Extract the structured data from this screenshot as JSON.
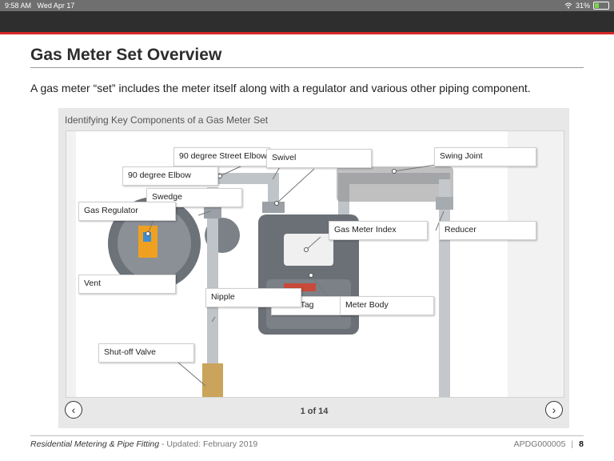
{
  "status_bar": {
    "time": "9:58 AM",
    "date": "Wed Apr 17",
    "battery": "31%",
    "wifi_icon": "wifi-icon",
    "battery_icon": "battery-charging-icon"
  },
  "header": {
    "title": "Gas Meter Set Overview",
    "subtitle": "A gas meter “set” includes the meter itself along with a regulator and various other piping component."
  },
  "gallery": {
    "title": "Identifying Key Components of a Gas Meter Set",
    "counter": "1 of 14",
    "prev_icon": "chevron-left-icon",
    "next_icon": "chevron-right-icon",
    "prev_glyph": "‹",
    "next_glyph": "›",
    "labels": {
      "street_elbow": "90 degree Street Elbow",
      "swivel": "Swivel",
      "swing_joint": "Swing Joint",
      "elbow": "90 degree Elbow",
      "swedge": "Swedge",
      "gas_regulator": "Gas Regulator",
      "gas_meter_index": "Gas Meter Index",
      "reducer": "Reducer",
      "vent": "Vent",
      "nipple": "Nipple",
      "meter_tag": "Meter Tag",
      "meter_body": "Meter Body",
      "shutoff_valve": "Shut-off Valve"
    }
  },
  "footer": {
    "course": "Residential Metering & Pipe Fitting",
    "updated": "- Updated: February 2019",
    "code": "APDG000005",
    "separator": "|",
    "page": "8"
  },
  "colors": {
    "accent_red": "#d62828",
    "top_bar": "#2e2e2e",
    "status_bar": "#6f6f6f",
    "panel_bg": "#e8e8e8"
  }
}
